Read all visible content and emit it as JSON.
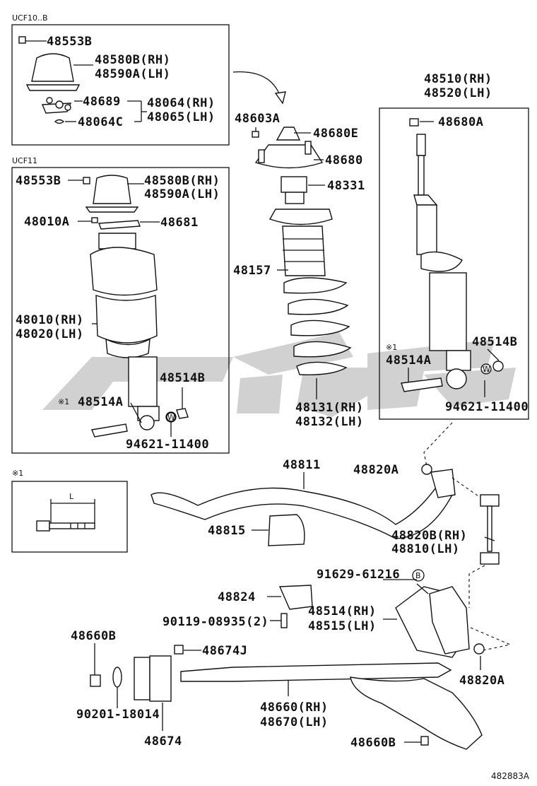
{
  "boxes": {
    "ucf10_title": "UCF10..B",
    "ucf11_title": "UCF11",
    "note_title": "※1",
    "note_dim": "L"
  },
  "labels": {
    "l48553B_top": "48553B",
    "l48580B_top": "48580B(RH)",
    "l48590A_top": "48590A(LH)",
    "l48689": "48689",
    "l48064": "48064(RH)",
    "l48065": "48065(LH)",
    "l48064C": "48064C",
    "l48553B_mid": "48553B",
    "l48580B_mid": "48580B(RH)",
    "l48590A_mid": "48590A(LH)",
    "l48010A": "48010A",
    "l48681": "48681",
    "l48010": "48010(RH)",
    "l48020": "48020(LH)",
    "l48514B_left": "48514B",
    "l48514A_left": "48514A",
    "l94621_left": "94621-11400",
    "l48603A": "48603A",
    "l48680E": "48680E",
    "l48680": "48680",
    "l48331": "48331",
    "l48157": "48157",
    "l48131": "48131(RH)",
    "l48132": "48132(LH)",
    "l48510": "48510(RH)",
    "l48520": "48520(LH)",
    "l48680A": "48680A",
    "l48514B_right": "48514B",
    "l48514A_right": "48514A",
    "l94621_right": "94621-11400",
    "l48811": "48811",
    "l48820A_top": "48820A",
    "l48815": "48815",
    "l48820B": "48820B(RH)",
    "l48810": "48810(LH)",
    "l91629": "91629-61216",
    "l48824": "48824",
    "l90119": "90119-08935(2)",
    "l48514": "48514(RH)",
    "l48515": "48515(LH)",
    "l48660B_top": "48660B",
    "l48674J": "48674J",
    "l48820A_bottom": "48820A",
    "l90201": "90201-18014",
    "l48660": "48660(RH)",
    "l48670": "48670(LH)",
    "l48674": "48674",
    "l48660B_bottom": "48660B",
    "note_mark_left": "※1",
    "note_mark_right": "※1",
    "mark_b": "B",
    "mark_w_left": "W",
    "mark_w_right": "W",
    "footer_code": "482883A"
  },
  "colors": {
    "line": "#111111",
    "watermark": "#9a9a9a",
    "background": "#ffffff"
  }
}
